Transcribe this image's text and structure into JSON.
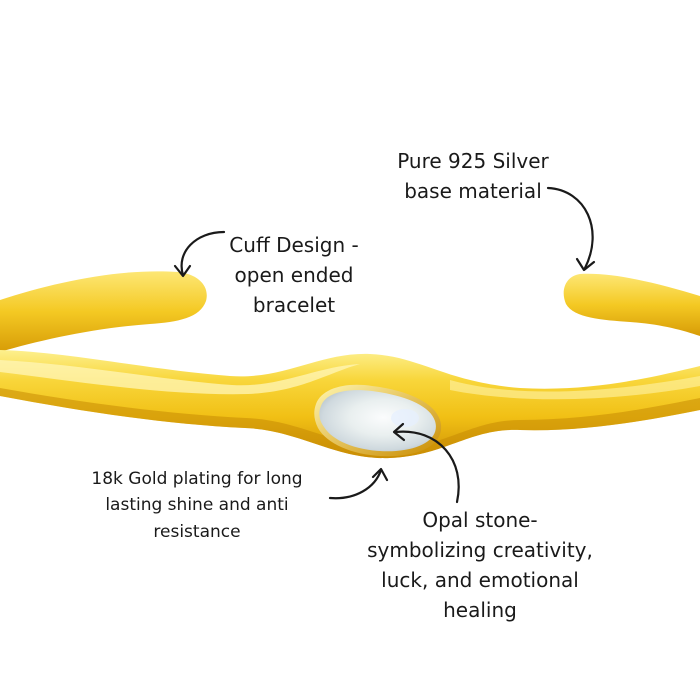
{
  "annotations": {
    "silver": {
      "lines": [
        "Pure 925 Silver",
        "base material"
      ]
    },
    "cuff": {
      "lines": [
        "Cuff Design -",
        "open ended",
        "bracelet"
      ]
    },
    "gold": {
      "lines": [
        "18k Gold plating for long",
        "lasting shine and anti",
        "resistance"
      ]
    },
    "opal": {
      "lines": [
        "Opal stone-",
        "symbolizing creativity,",
        "luck, and emotional",
        "healing"
      ]
    }
  },
  "colors": {
    "gold_light": "#fbe36a",
    "gold_mid": "#f2c41c",
    "gold_dark": "#d59a06",
    "stone": "#eef2f1",
    "arrow": "#1a1a1a"
  }
}
